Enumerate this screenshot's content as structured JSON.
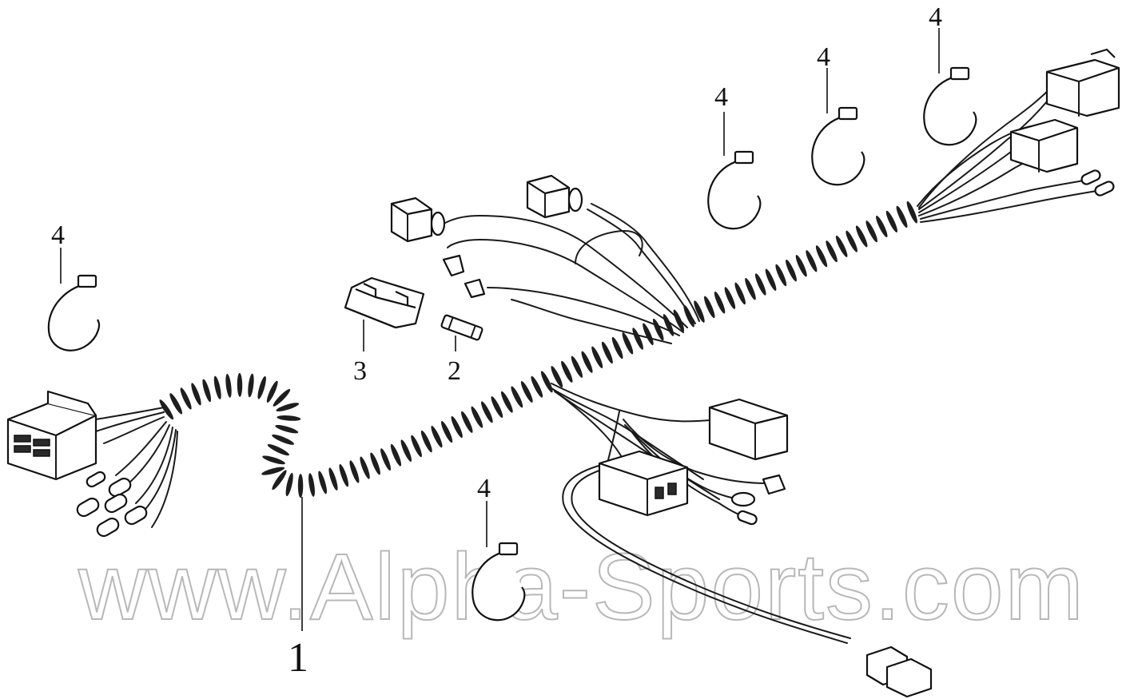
{
  "diagram": {
    "watermark": "www.Alpha-Sports.com",
    "callouts": {
      "harness": "1",
      "fuse": "2",
      "fuse_holder": "3",
      "clip": "4"
    }
  }
}
